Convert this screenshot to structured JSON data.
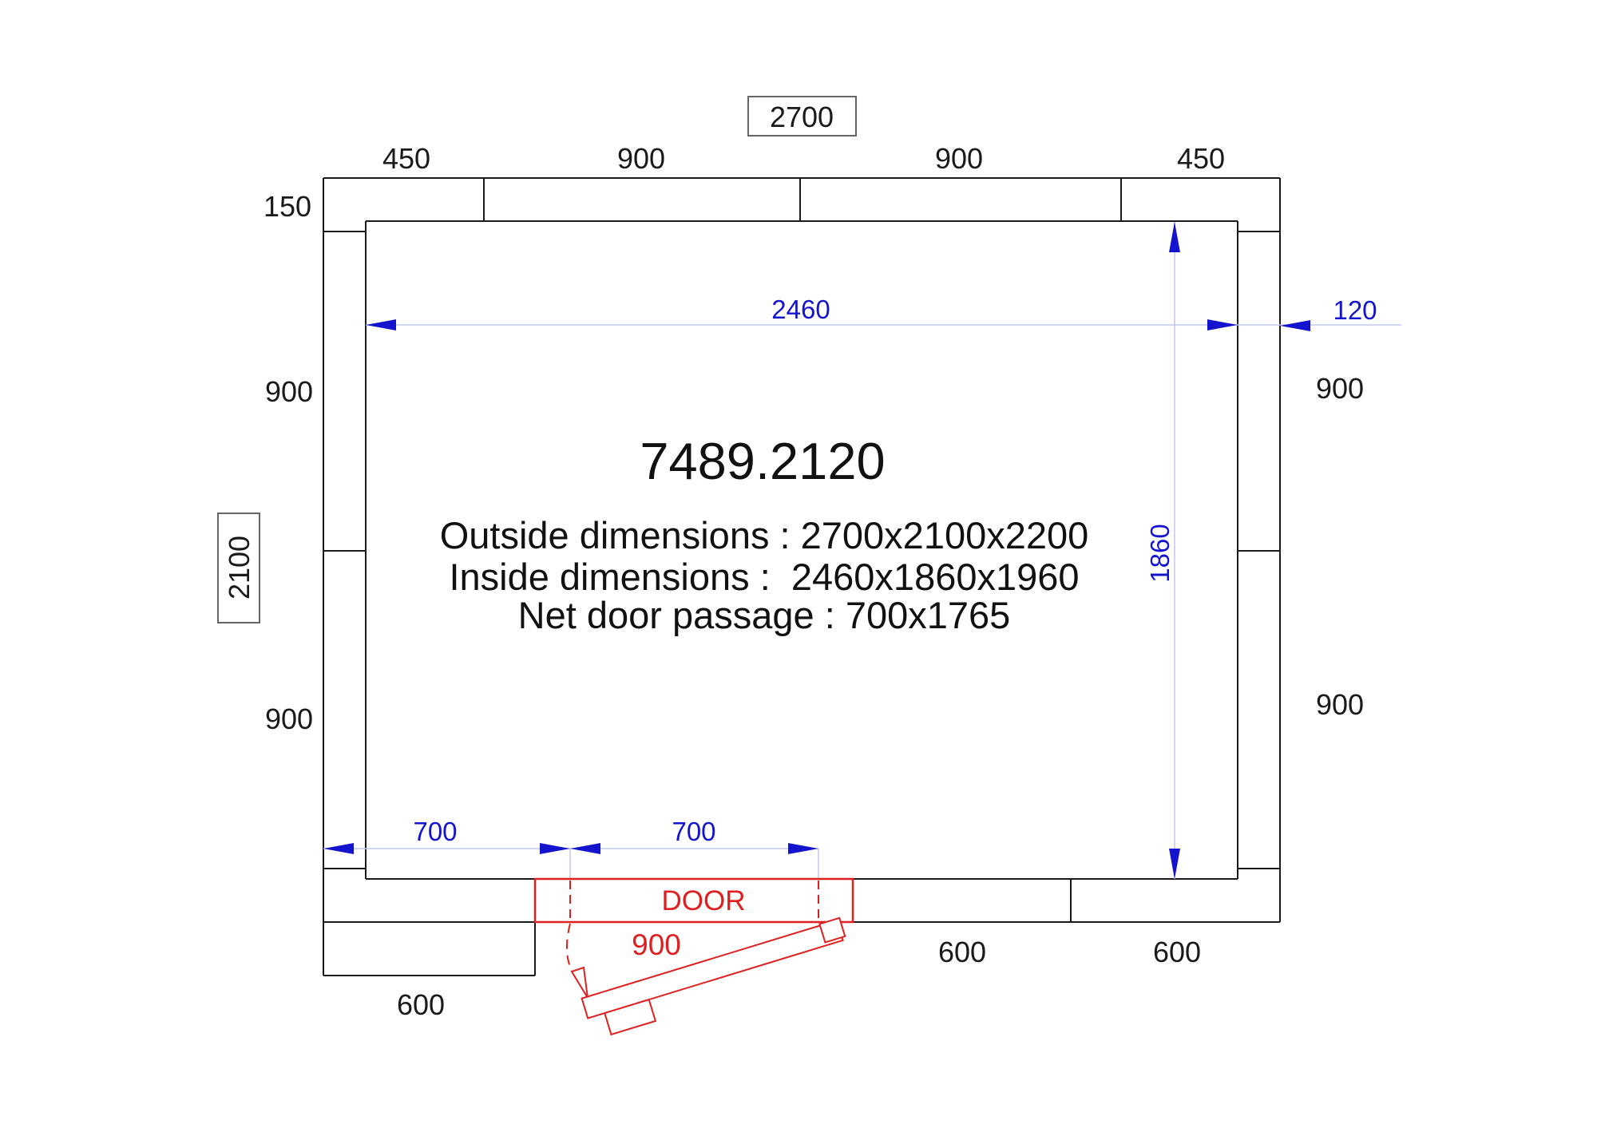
{
  "drawing": {
    "model": "7489.2120",
    "spec": {
      "outside": "Outside dimensions : 2700x2100x2200",
      "inside": "Inside dimensions :  2460x1860x1960",
      "door_passage": "Net door passage : 700x1765"
    }
  },
  "dims": {
    "outer_width_boxed": "2700",
    "outer_depth_boxed": "2100",
    "top_segments": [
      "450",
      "900",
      "900",
      "450"
    ],
    "left_segments": [
      "150",
      "900",
      "900"
    ],
    "right_segments": [
      "900",
      "900"
    ],
    "bottom_segments": [
      "600",
      "600"
    ],
    "floor_panel_width": "600",
    "inside_width": "2460",
    "inside_depth": "1860",
    "wall_thickness": "120",
    "door_offset_left": "700",
    "door_net_passage": "700"
  },
  "door": {
    "label": "DOOR",
    "leaf_width": "900"
  },
  "colors": {
    "line_black": "#1a1a1a",
    "box_border": "#666666",
    "dim_blue": "#1414cf",
    "dim_line_light": "#c6c6ef",
    "door_red": "#e02020"
  }
}
